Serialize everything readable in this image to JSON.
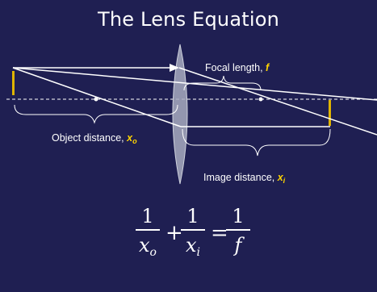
{
  "title": "The Lens Equation",
  "labels": {
    "focal_length": "Focal length, ",
    "focal_length_var": "f",
    "object_distance": "Object distance, ",
    "object_distance_var": "x",
    "object_distance_sub": "o",
    "image_distance": "Image distance, ",
    "image_distance_var": "x",
    "image_distance_sub": "i"
  },
  "equation": {
    "term1_num": "1",
    "term1_den": "x",
    "term1_sub": "o",
    "plus": "+",
    "term2_num": "1",
    "term2_den": "x",
    "term2_sub": "i",
    "equals": "=",
    "rhs_num": "1",
    "rhs_den": "f"
  },
  "colors": {
    "background": "#1f1f52",
    "text": "#ffffff",
    "variable": "#ffd400",
    "object_arrow": "#e0b400",
    "lens": "#a8acbf"
  }
}
